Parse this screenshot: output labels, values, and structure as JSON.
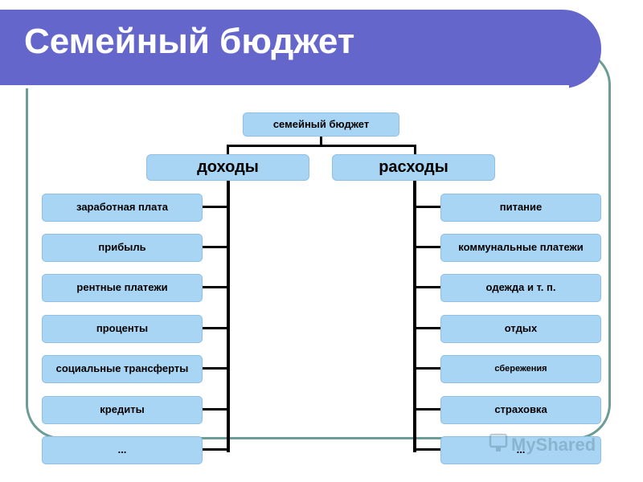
{
  "title": "Семейный бюджет",
  "diagram": {
    "root": "семейный бюджет",
    "income": {
      "label": "доходы",
      "items": [
        "заработная плата",
        "прибыль",
        "рентные платежи",
        "проценты",
        "социальные трансферты",
        "кредиты",
        "..."
      ]
    },
    "expenses": {
      "label": "расходы",
      "items": [
        "питание",
        "коммунальные платежи",
        "одежда и т. п.",
        "отдых",
        "сбережения",
        "страховка",
        "..."
      ]
    }
  },
  "watermark": "MyShared",
  "colors": {
    "title_band": "#6466cc",
    "box_fill": "#a9d5f5",
    "frame_border": "#6b9c96",
    "connector": "#000000"
  }
}
